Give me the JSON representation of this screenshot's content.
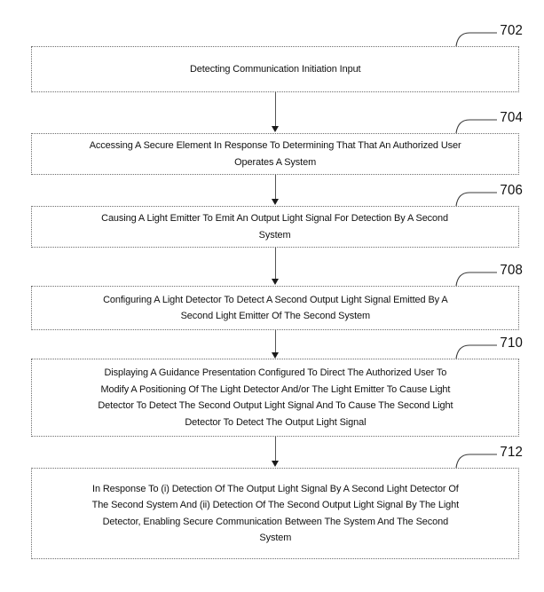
{
  "figure": {
    "title": "Patent flowchart FIG. 7 — secure optical pairing method",
    "background_color": "#ffffff",
    "line_color": "#555555",
    "text_color": "#111111"
  },
  "nodes": [
    {
      "ref": "702",
      "text": "Detecting Communication Initiation Input"
    },
    {
      "ref": "704",
      "text": "Accessing A Secure Element In Response To Determining That That An Authorized User\nOperates A System"
    },
    {
      "ref": "706",
      "text": "Causing A Light Emitter To Emit An Output Light Signal For Detection By A Second\nSystem"
    },
    {
      "ref": "708",
      "text": "Configuring A Light Detector To Detect A Second Output Light Signal Emitted By A\nSecond Light Emitter Of The Second System"
    },
    {
      "ref": "710",
      "text": "Displaying A Guidance Presentation Configured To Direct The Authorized User To\nModify A Positioning Of The Light Detector And/or The Light Emitter To Cause Light\nDetector To Detect The Second Output Light Signal And To Cause The Second Light\nDetector To Detect The Output Light Signal"
    },
    {
      "ref": "712",
      "text": "In Response To (i) Detection Of The Output Light Signal By A Second Light Detector Of\nThe Second System And (ii) Detection Of The Second Output Light Signal By The Light\nDetector, Enabling Secure Communication Between The System And The Second\nSystem"
    }
  ]
}
